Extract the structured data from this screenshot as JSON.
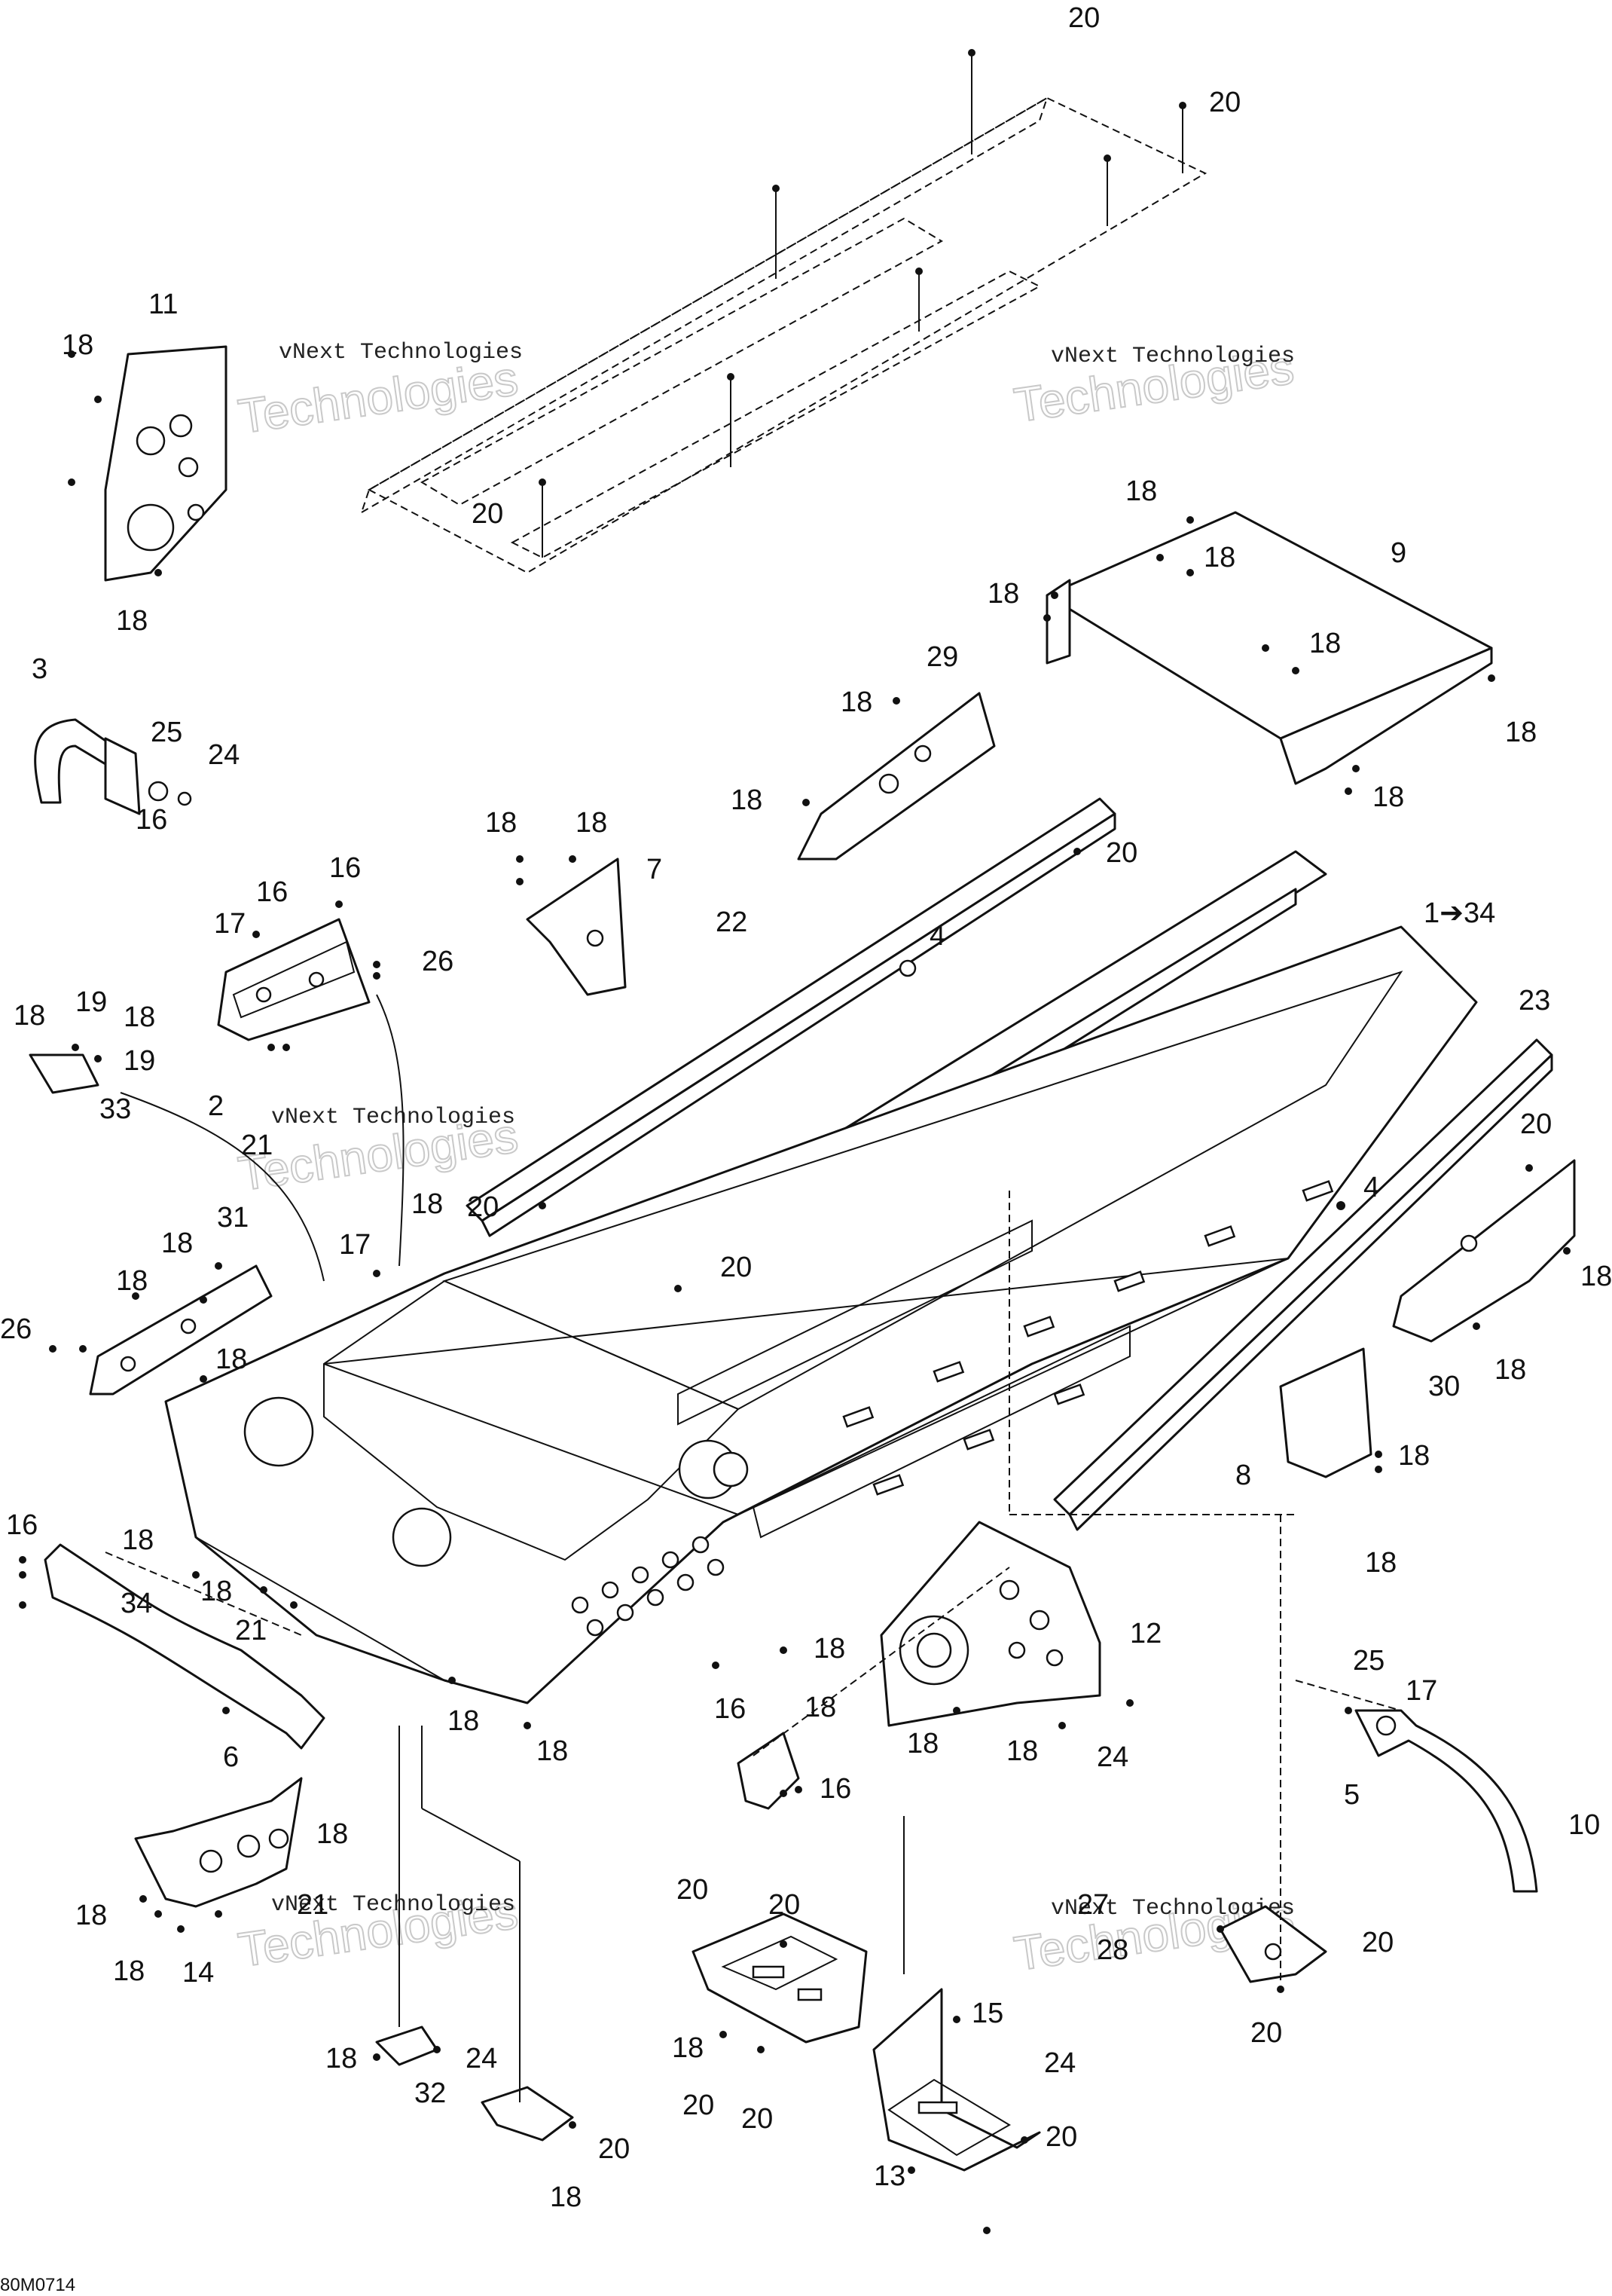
{
  "watermark": {
    "line1": "vNext Technologies",
    "line2": "Technologies"
  },
  "drawing_code": "80M0714",
  "callouts": [
    {
      "id": "c20a",
      "text": "20"
    },
    {
      "id": "c20b",
      "text": "20"
    },
    {
      "id": "c11",
      "text": "11"
    },
    {
      "id": "c18a",
      "text": "18"
    },
    {
      "id": "c18b",
      "text": "18"
    },
    {
      "id": "c20c",
      "text": "20"
    },
    {
      "id": "c18c",
      "text": "18"
    },
    {
      "id": "c9",
      "text": "9"
    },
    {
      "id": "c18d",
      "text": "18"
    },
    {
      "id": "c18e",
      "text": "18"
    },
    {
      "id": "c18f",
      "text": "18"
    },
    {
      "id": "c18g",
      "text": "18"
    },
    {
      "id": "c18h",
      "text": "18"
    },
    {
      "id": "c3",
      "text": "3"
    },
    {
      "id": "c25a",
      "text": "25"
    },
    {
      "id": "c24a",
      "text": "24"
    },
    {
      "id": "c16a",
      "text": "16"
    },
    {
      "id": "c29",
      "text": "29"
    },
    {
      "id": "c18i",
      "text": "18"
    },
    {
      "id": "c18j",
      "text": "18"
    },
    {
      "id": "c18k",
      "text": "18"
    },
    {
      "id": "c18l",
      "text": "18"
    },
    {
      "id": "c7",
      "text": "7"
    },
    {
      "id": "c20d",
      "text": "20"
    },
    {
      "id": "c16b",
      "text": "16"
    },
    {
      "id": "c16c",
      "text": "16"
    },
    {
      "id": "c17a",
      "text": "17"
    },
    {
      "id": "c26a",
      "text": "26"
    },
    {
      "id": "c22",
      "text": "22"
    },
    {
      "id": "c4a",
      "text": "4"
    },
    {
      "id": "c1to34",
      "text": "1➔34"
    },
    {
      "id": "c23",
      "text": "23"
    },
    {
      "id": "c18m",
      "text": "18"
    },
    {
      "id": "c19a",
      "text": "19"
    },
    {
      "id": "c18n",
      "text": "18"
    },
    {
      "id": "c19b",
      "text": "19"
    },
    {
      "id": "c2",
      "text": "2"
    },
    {
      "id": "c21a",
      "text": "21"
    },
    {
      "id": "c33",
      "text": "33"
    },
    {
      "id": "c20e",
      "text": "20"
    },
    {
      "id": "c4b",
      "text": "4"
    },
    {
      "id": "c18o",
      "text": "18"
    },
    {
      "id": "c31",
      "text": "31"
    },
    {
      "id": "c18p",
      "text": "18"
    },
    {
      "id": "c17b",
      "text": "17"
    },
    {
      "id": "c20f",
      "text": "20"
    },
    {
      "id": "c20g",
      "text": "20"
    },
    {
      "id": "c18q",
      "text": "18"
    },
    {
      "id": "c26b",
      "text": "26"
    },
    {
      "id": "c18r",
      "text": "18"
    },
    {
      "id": "c18s",
      "text": "18"
    },
    {
      "id": "c30",
      "text": "30"
    },
    {
      "id": "c18t",
      "text": "18"
    },
    {
      "id": "c18u",
      "text": "18"
    },
    {
      "id": "c8",
      "text": "8"
    },
    {
      "id": "c18v",
      "text": "18"
    },
    {
      "id": "c16d",
      "text": "16"
    },
    {
      "id": "c18w",
      "text": "18"
    },
    {
      "id": "c34",
      "text": "34"
    },
    {
      "id": "c18x",
      "text": "18"
    },
    {
      "id": "c21b",
      "text": "21"
    },
    {
      "id": "c12",
      "text": "12"
    },
    {
      "id": "c18y",
      "text": "18"
    },
    {
      "id": "c16e",
      "text": "16"
    },
    {
      "id": "c18z",
      "text": "18"
    },
    {
      "id": "c18aa",
      "text": "18"
    },
    {
      "id": "c18ab",
      "text": "18"
    },
    {
      "id": "c18ac",
      "text": "18"
    },
    {
      "id": "c24b",
      "text": "24"
    },
    {
      "id": "c25b",
      "text": "25"
    },
    {
      "id": "c17c",
      "text": "17"
    },
    {
      "id": "c6",
      "text": "6"
    },
    {
      "id": "c18ad",
      "text": "18"
    },
    {
      "id": "c16f",
      "text": "16"
    },
    {
      "id": "c5",
      "text": "5"
    },
    {
      "id": "c10",
      "text": "10"
    },
    {
      "id": "c18ae",
      "text": "18"
    },
    {
      "id": "c18af",
      "text": "18"
    },
    {
      "id": "c18ag",
      "text": "18"
    },
    {
      "id": "c21c",
      "text": "21"
    },
    {
      "id": "c14",
      "text": "14"
    },
    {
      "id": "c20h",
      "text": "20"
    },
    {
      "id": "c20i",
      "text": "20"
    },
    {
      "id": "c27",
      "text": "27"
    },
    {
      "id": "c28",
      "text": "28"
    },
    {
      "id": "c20j",
      "text": "20"
    },
    {
      "id": "c20k",
      "text": "20"
    },
    {
      "id": "c15",
      "text": "15"
    },
    {
      "id": "c24c",
      "text": "24"
    },
    {
      "id": "c18ah",
      "text": "18"
    },
    {
      "id": "c20l",
      "text": "20"
    },
    {
      "id": "c20m",
      "text": "20"
    },
    {
      "id": "c20n",
      "text": "20"
    },
    {
      "id": "c13",
      "text": "13"
    },
    {
      "id": "c18ai",
      "text": "18"
    },
    {
      "id": "c32",
      "text": "32"
    },
    {
      "id": "c20o",
      "text": "20"
    },
    {
      "id": "c18aj",
      "text": "18"
    },
    {
      "id": "c24d",
      "text": "24"
    }
  ]
}
